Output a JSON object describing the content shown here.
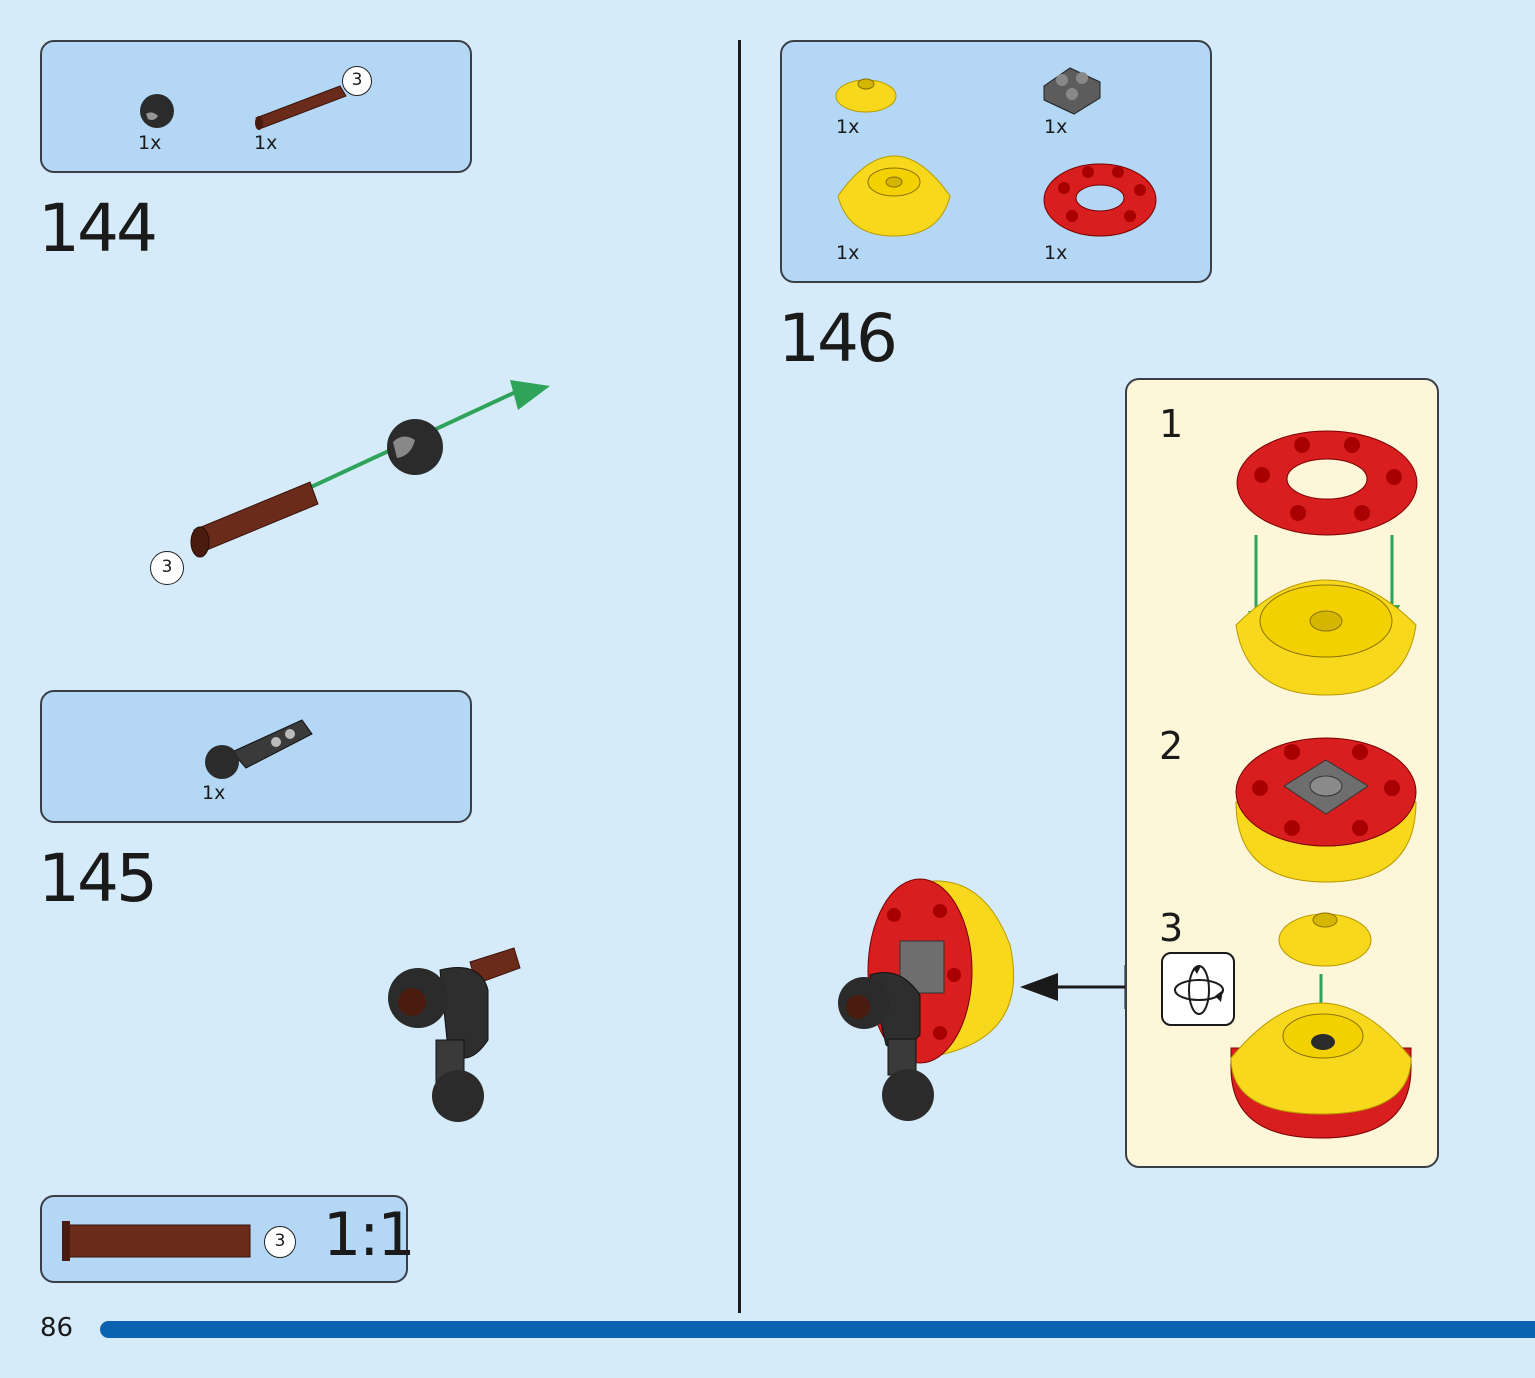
{
  "page": {
    "number": "86"
  },
  "step144": {
    "number": "144",
    "parts": [
      {
        "name": "ball-joint",
        "qty": "1x"
      },
      {
        "name": "axle-3",
        "qty": "1x",
        "length": "3"
      }
    ],
    "callout_length": "3"
  },
  "step145": {
    "number": "145",
    "parts": [
      {
        "name": "ball-connector",
        "qty": "1x"
      }
    ]
  },
  "scale_guide": {
    "length": "3",
    "scale": "1:1"
  },
  "step146": {
    "number": "146",
    "parts": [
      {
        "name": "yellow-dish-small",
        "qty": "1x"
      },
      {
        "name": "gray-round-plate",
        "qty": "1x"
      },
      {
        "name": "yellow-dome",
        "qty": "1x"
      },
      {
        "name": "red-round-ring",
        "qty": "1x"
      }
    ],
    "substeps": [
      {
        "number": "1"
      },
      {
        "number": "2"
      },
      {
        "number": "3"
      }
    ]
  },
  "colors": {
    "background": "#d6ebfa",
    "parts_box": "#b3d7f4",
    "sub_box": "#fdf6d8",
    "brown": "#6b2b1a",
    "black_part": "#2b2b2b",
    "yellow": "#f7d81c",
    "red": "#d81e1e",
    "gray": "#6e6e6e",
    "arrow_green": "#2fa35a",
    "progress_bar": "#0a62b0"
  }
}
